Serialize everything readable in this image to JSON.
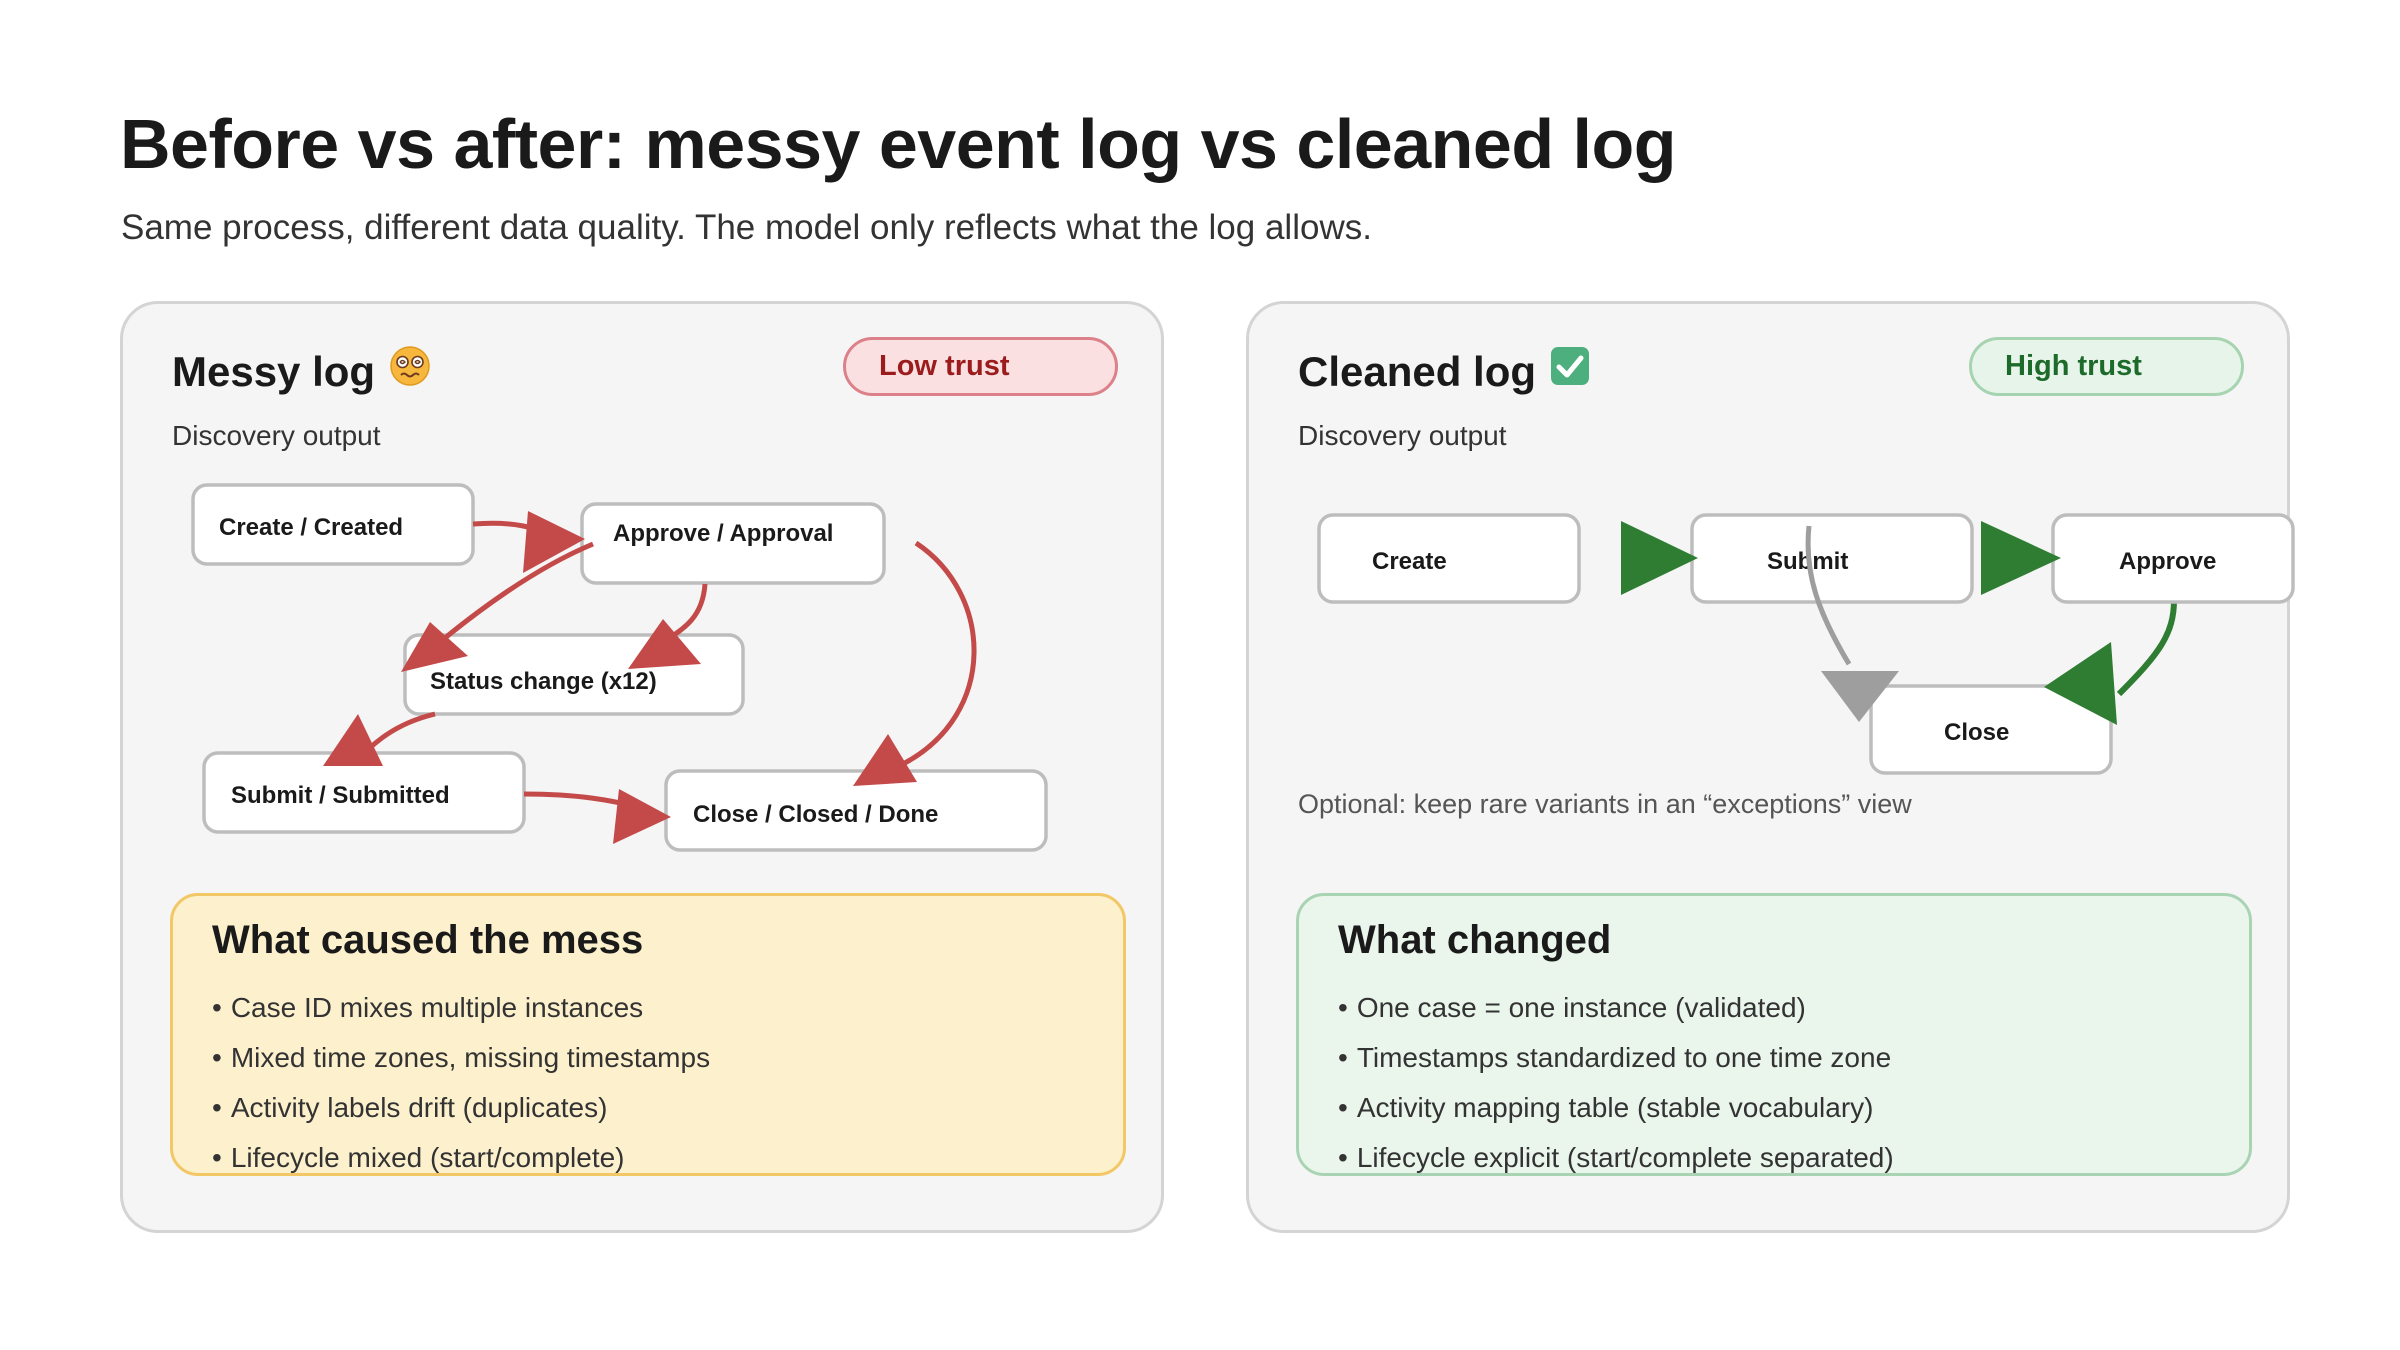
{
  "header": {
    "title": "Before vs after: messy event log vs cleaned log",
    "subtitle": "Same process, different data quality. The model only reflects what the log allows."
  },
  "colors": {
    "messy_arrow": "#c44a4a",
    "clean_arrow": "#2e7d32",
    "optional_arrow": "#9e9e9e"
  },
  "left_panel": {
    "title": "Messy log",
    "title_icon": "dizzy-face-icon",
    "subtitle": "Discovery output",
    "badge": "Low trust",
    "nodes": {
      "create": "Create / Created",
      "approve": "Approve / Approval",
      "status": "Status change (x12)",
      "submit": "Submit / Submitted",
      "close": "Close / Closed / Done"
    },
    "card": {
      "title": "What caused the mess",
      "items": [
        "Case ID mixes multiple instances",
        "Mixed time zones, missing timestamps",
        "Activity labels drift (duplicates)",
        "Lifecycle mixed (start/complete)"
      ]
    }
  },
  "right_panel": {
    "title": "Cleaned log",
    "title_icon": "check-mark-button-icon",
    "subtitle": "Discovery output",
    "badge": "High trust",
    "nodes": {
      "create": "Create",
      "submit": "Submit",
      "approve": "Approve",
      "close": "Close"
    },
    "note": "Optional: keep rare variants in an “exceptions” view",
    "card": {
      "title": "What changed",
      "items": [
        "One case = one instance (validated)",
        "Timestamps standardized to one time zone",
        "Activity mapping table (stable vocabulary)",
        "Lifecycle explicit (start/complete separated)"
      ]
    }
  }
}
